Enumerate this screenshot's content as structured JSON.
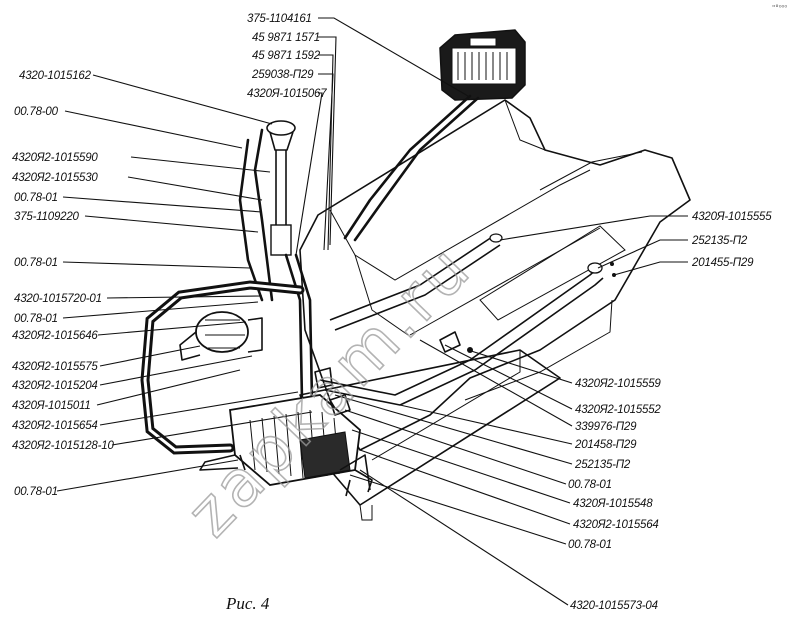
{
  "figure": {
    "caption": "Рис. 4",
    "watermark": "zapkam.ru",
    "corner_mark": "\"°⁰⁰⁰"
  },
  "labels_left": [
    "4320-1015162",
    "00.78-00",
    "4320Я2-1015590",
    "4320Я2-1015530",
    "00.78-01",
    "375-1109220",
    "00.78-01",
    "4320-1015720-01",
    "00.78-01",
    "4320Я2-1015646",
    "4320Я2-1015575",
    "4320Я2-1015204",
    "4320Я-1015011",
    "4320Я2-1015654",
    "4320Я2-1015128-10",
    "00.78-01"
  ],
  "labels_top": [
    "375-1104161",
    "45 9871 1571",
    "45 9871 1592",
    "259038-П29",
    "4320Я-1015067"
  ],
  "labels_right_top": [
    "4320Я-1015555",
    "252135-П2",
    "201455-П29"
  ],
  "labels_right": [
    "4320Я2-1015559",
    "4320Я2-1015552",
    "339976-П29",
    "201458-П29",
    "252135-П2",
    "00.78-01",
    "4320Я-1015548",
    "4320Я2-1015564",
    "00.78-01"
  ],
  "labels_bottom": [
    "4320-1015573-04"
  ]
}
